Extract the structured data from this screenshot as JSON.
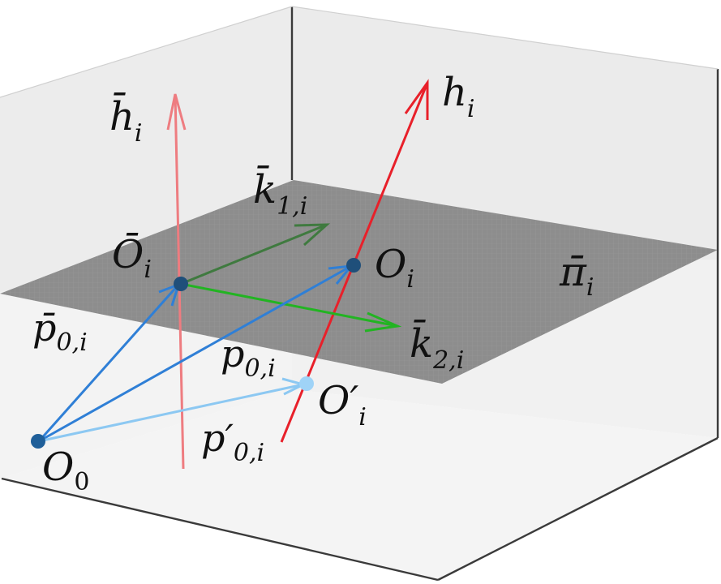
{
  "labels": {
    "h_bar": "h̄",
    "h_bar_sub": "i",
    "h": "h",
    "h_sub": "i",
    "k1": "k̄",
    "k1_sub": "1,i",
    "k2": "k̄",
    "k2_sub": "2,i",
    "O_bar": "Ō",
    "O_bar_sub": "i",
    "O": "O",
    "O_sub": "i",
    "O_prime": "O′",
    "O_prime_sub": "i",
    "O0": "O",
    "O0_sub": "0",
    "pi_bar": "π̄",
    "pi_bar_sub": "i",
    "p_bar": "p̄",
    "p_bar_sub": "0,i",
    "p": "p",
    "p_sub": "0,i",
    "p_prime": "p′",
    "p_prime_sub": "0,i"
  },
  "colors": {
    "plane": "#8c8c8c",
    "box_face": "#f2f2f2",
    "box_edge": "#3a3a3a",
    "h_axis": "#e8202a",
    "h_bar_axis": "#ee7c80",
    "k1_vector": "#3f7a3f",
    "k2_vector": "#22b422",
    "p_vector": "#2f7fd6",
    "p_prime_vector": "#8cc8f2",
    "point_dark": "#1f4f7a",
    "point_light": "#9fd3f7"
  }
}
